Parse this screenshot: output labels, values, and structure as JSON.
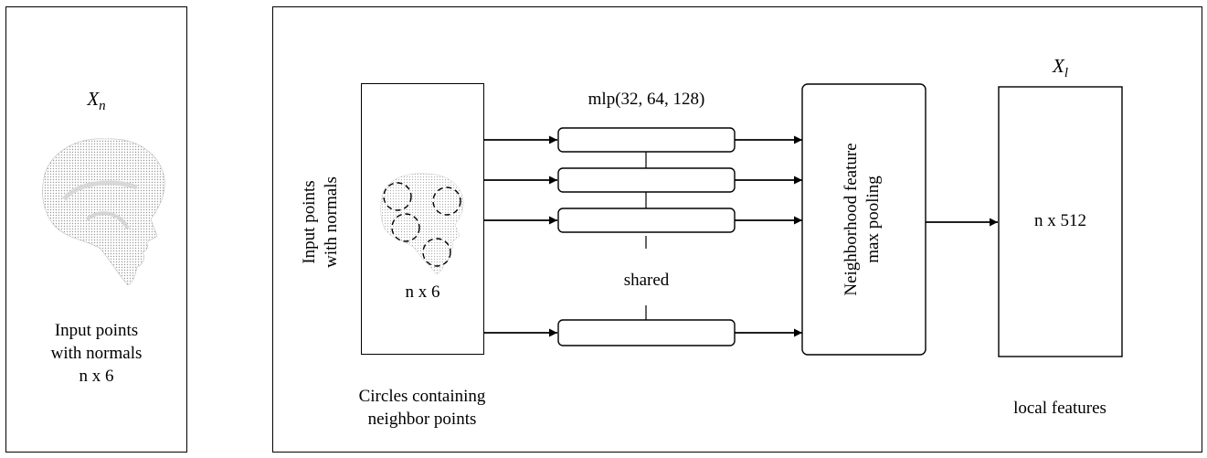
{
  "left_panel": {
    "symbol_base": "X",
    "symbol_sub": "n",
    "caption_line1": "Input points",
    "caption_line2": "with normals",
    "caption_line3": "n x 6"
  },
  "main_panel": {
    "input_label_line1": "Input points",
    "input_label_line2": "with normals",
    "input_size": "n x 6",
    "circles_caption_line1": "Circles containing",
    "circles_caption_line2": "neighbor points",
    "mlp_label": "mlp(32, 64, 128)",
    "shared_label": "shared",
    "pooling_line1": "Neighborhood feature",
    "pooling_line2": "max pooling",
    "output_symbol_base": "X",
    "output_symbol_sub": "l",
    "output_size": "n x 512",
    "output_caption": "local features"
  }
}
